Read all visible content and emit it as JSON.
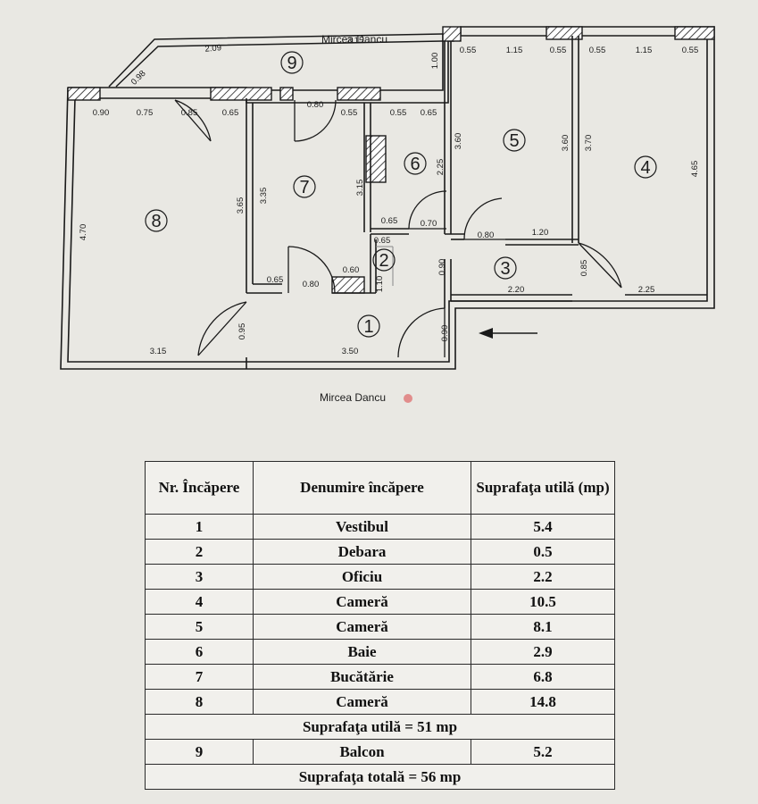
{
  "plan": {
    "room_numbers": [
      "1",
      "2",
      "3",
      "4",
      "5",
      "6",
      "7",
      "8",
      "9"
    ],
    "dimensions": [
      "3.15",
      "2.09",
      "0.98",
      "1.00",
      "0.55",
      "1.15",
      "0.55",
      "0.55",
      "1.15",
      "0.55",
      "0.90",
      "0.75",
      "0.85",
      "0.65",
      "0.80",
      "0.55",
      "0.55",
      "0.65",
      "4.70",
      "3.65",
      "3.35",
      "3.15",
      "2.25",
      "3.60",
      "3.60",
      "3.70",
      "4.65",
      "0.65",
      "0.70",
      "0.80",
      "1.20",
      "0.65",
      "0.65",
      "0.80",
      "0.60",
      "1.10",
      "0.90",
      "0.85",
      "2.20",
      "2.25",
      "0.95",
      "0.90",
      "3.15",
      "3.50"
    ],
    "watermark": "Mircea Dancu",
    "entrance_arrow": "arrow-left"
  },
  "table": {
    "headers": [
      "Nr. Încăpere",
      "Denumire încăpere",
      "Suprafaţa utilă (mp)"
    ],
    "rows": [
      {
        "nr": "1",
        "name": "Vestibul",
        "area": "5.4"
      },
      {
        "nr": "2",
        "name": "Debara",
        "area": "0.5"
      },
      {
        "nr": "3",
        "name": "Oficiu",
        "area": "2.2"
      },
      {
        "nr": "4",
        "name": "Cameră",
        "area": "10.5"
      },
      {
        "nr": "5",
        "name": "Cameră",
        "area": "8.1"
      },
      {
        "nr": "6",
        "name": "Baie",
        "area": "2.9"
      },
      {
        "nr": "7",
        "name": "Bucătărie",
        "area": "6.8"
      },
      {
        "nr": "8",
        "name": "Cameră",
        "area": "14.8"
      }
    ],
    "useful_total": "Suprafaţa utilă = 51 mp",
    "balcony": {
      "nr": "9",
      "name": "Balcon",
      "area": "5.2"
    },
    "grand_total": "Suprafaţa totală = 56 mp"
  }
}
